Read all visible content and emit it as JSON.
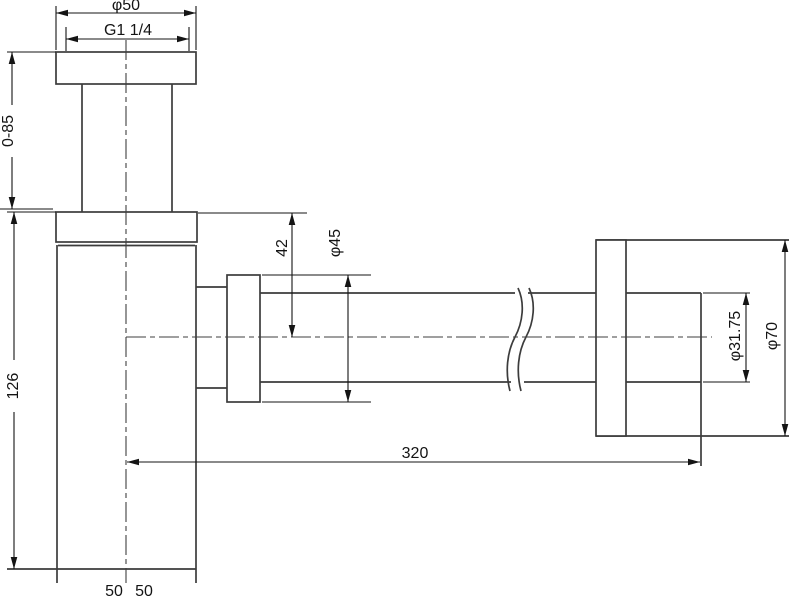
{
  "drawing": {
    "kind": "technical-dimension-drawing",
    "background_color": "#ffffff",
    "object_line_color": "#3c3c3c",
    "dimension_line_color": "#141414"
  },
  "labels": {
    "cap_diameter": "φ50",
    "thread_size": "G1 1/4",
    "adjustable_height": "0-85",
    "body_height": "126",
    "outlet_drop": "42",
    "nut_diameter": "φ45",
    "pipe_diameter": "φ31.75",
    "wall_cup_diameter": "φ70",
    "pipe_length": "320",
    "base_left_width": "50",
    "base_right_width": "50"
  }
}
